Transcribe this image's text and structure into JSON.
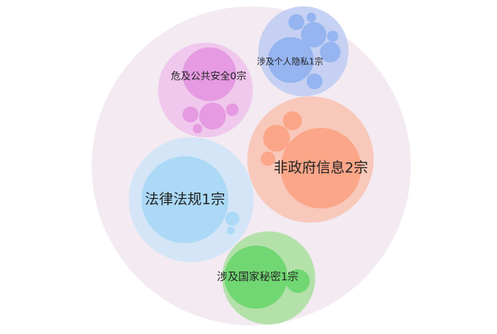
{
  "chart_data": {
    "type": "packed-bubble",
    "title": "",
    "background_color": "#f3eaf2",
    "groups": [
      {
        "label": "非政府信息2宗",
        "value": 2,
        "color": "#fba283",
        "outer_color": "#f8c2b0",
        "children": [
          2,
          0.18,
          0.18,
          0.1
        ]
      },
      {
        "label": "法律法规1宗",
        "value": 1,
        "color": "#a6d7f6",
        "outer_color": "#cde4f7",
        "children": [
          1,
          0.05,
          0.02
        ]
      },
      {
        "label": "涉及国家秘密1宗",
        "value": 1,
        "color": "#69d66b",
        "outer_color": "#a8df9d",
        "children": [
          1,
          0.06
        ]
      },
      {
        "label": "危及公共安全0宗",
        "value": 0,
        "color": "#e395df",
        "outer_color": "#eec2ec",
        "children": [
          0.6,
          0.15,
          0.05,
          0.02,
          0.01
        ]
      },
      {
        "label": "涉及个人隐私1宗",
        "value": 1,
        "color": "#8fb0f0",
        "outer_color": "#bccbf2",
        "children": [
          0.3,
          0.1,
          0.08,
          0.05,
          0.04,
          0.02,
          0.02
        ]
      }
    ]
  }
}
